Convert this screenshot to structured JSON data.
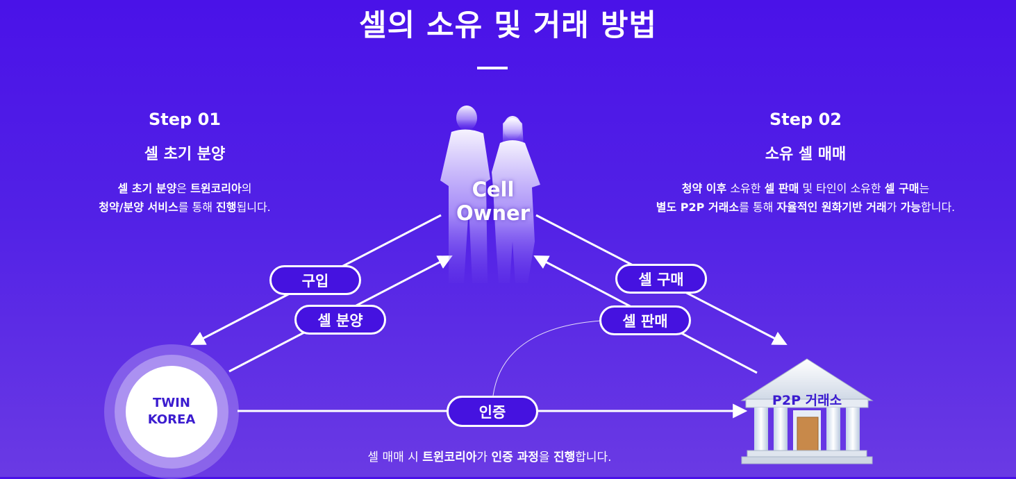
{
  "title": "셀의 소유 및 거래 방법",
  "step1": {
    "step": "Step 01",
    "subtitle": "셀 초기 분양",
    "line1": [
      [
        "셀 초기 분양",
        true
      ],
      [
        "은 ",
        false
      ],
      [
        "트윈코리아",
        true
      ],
      [
        "의",
        false
      ]
    ],
    "line2": [
      [
        "청약/분양 서비스",
        true
      ],
      [
        "를 통해 ",
        false
      ],
      [
        "진행",
        true
      ],
      [
        "됩니다.",
        false
      ]
    ]
  },
  "step2": {
    "step": "Step 02",
    "subtitle": "소유 셀 매매",
    "line1": [
      [
        "청약 이후",
        true
      ],
      [
        " 소유한 ",
        false
      ],
      [
        "셀 판매",
        true
      ],
      [
        " 및 타인이 소유한 ",
        false
      ],
      [
        "셀 구매",
        true
      ],
      [
        "는",
        false
      ]
    ],
    "line2": [
      [
        "별도 P2P 거래소",
        true
      ],
      [
        "를 통해 ",
        false
      ],
      [
        "자율적인 원화기반 거래",
        true
      ],
      [
        "가 ",
        false
      ],
      [
        "가능",
        true
      ],
      [
        "합니다.",
        false
      ]
    ]
  },
  "center": {
    "line1": "Cell",
    "line2": "Owner"
  },
  "pills": {
    "buy": "구입",
    "sale_initial": "셀 분양",
    "cell_buy": "셀 구매",
    "cell_sell": "셀 판매",
    "auth": "인증"
  },
  "twin_korea": {
    "line1": "TWIN",
    "line2": "KOREA"
  },
  "exchange": {
    "label": "P2P 거래소"
  },
  "footer": [
    [
      "셀 매매 시 ",
      false
    ],
    [
      "트윈코리아",
      true
    ],
    [
      "가 ",
      false
    ],
    [
      "인증 과정",
      true
    ],
    [
      "을 ",
      false
    ],
    [
      "진행",
      true
    ],
    [
      "합니다.",
      false
    ]
  ],
  "colors": {
    "bg_top": "#4a12e8",
    "bg_bottom": "#6a3ae4",
    "accent_text": "#3b1ccf"
  }
}
